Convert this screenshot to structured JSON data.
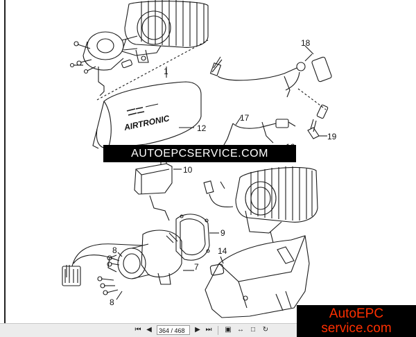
{
  "diagram": {
    "brand_on_cover": "AIRTRONIC",
    "callouts": [
      "1",
      "7",
      "8",
      "8",
      "9",
      "10",
      "12",
      "14",
      "16",
      "17",
      "18",
      "19"
    ]
  },
  "watermark": {
    "banner_text": "AUTOEPCSERVICE.COM",
    "brand_line1": "AutoEPC",
    "brand_line2": "service.com"
  },
  "viewer": {
    "page_indicator": "364 / 468",
    "icons": [
      "first-page-icon",
      "prev-page-icon",
      "next-page-icon",
      "last-page-icon",
      "fit-page-icon",
      "fit-width-icon",
      "actual-size-icon",
      "rotate-icon"
    ]
  },
  "colors": {
    "banner_bg": "#000000",
    "brand_text": "#ff2f00",
    "toolbar_bg": "#ececec"
  }
}
